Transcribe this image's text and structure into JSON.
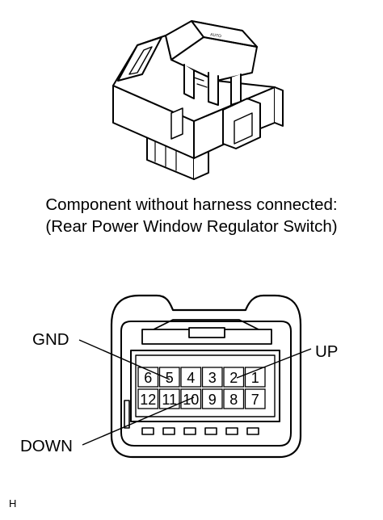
{
  "caption": {
    "line1": "Component without harness connected:",
    "line2": "(Rear Power Window Regulator Switch)"
  },
  "switch_illustration": {
    "button_text": "AUTO"
  },
  "connector": {
    "top_row_pins": [
      "6",
      "5",
      "4",
      "3",
      "2",
      "1"
    ],
    "bottom_row_pins": [
      "12",
      "11",
      "10",
      "9",
      "8",
      "7"
    ],
    "callouts": {
      "gnd": "GND",
      "up": "UP",
      "down": "DOWN"
    }
  },
  "illustration_code": "H",
  "colors": {
    "line": "#000000",
    "background": "#ffffff"
  },
  "icons": [
    "power-window-switch-icon",
    "connector-face-icon"
  ]
}
